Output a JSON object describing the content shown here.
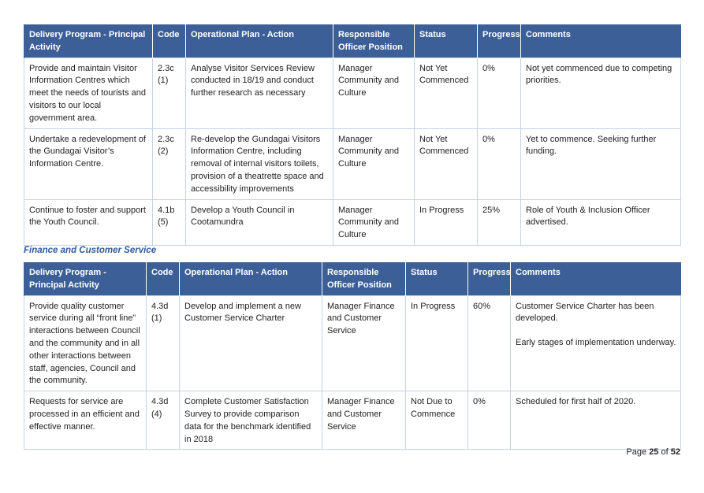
{
  "headers1": [
    "Delivery Program - Principal Activity",
    "Code",
    "Operational Plan - Action",
    "Responsible Officer Position",
    "Status",
    "Progress",
    "Comments"
  ],
  "table1": [
    {
      "activity": "Provide and maintain Visitor Information Centres which meet the needs of tourists and visitors to our local government area.",
      "code": "2.3c (1)",
      "action": "Analyse Visitor Services Review conducted in 18/19 and conduct further research as necessary",
      "officer": "Manager Community and Culture",
      "status": "Not Yet Commenced",
      "progress": "0%",
      "comments": [
        "Not yet commenced due to competing priorities."
      ]
    },
    {
      "activity": "Undertake a redevelopment of the Gundagai Visitor’s Information Centre.",
      "code": "2.3c (2)",
      "action": "Re-develop the Gundagai Visitors Information Centre, including removal of internal visitors toilets, provision of a theatrette space and accessibility improvements",
      "officer": "Manager Community and Culture",
      "status": "Not Yet Commenced",
      "progress": "0%",
      "comments": [
        "Yet to commence. Seeking further funding."
      ]
    },
    {
      "activity": "Continue to foster and support the Youth Council.",
      "code": "4.1b (5)",
      "action": "Develop a Youth Council in Cootamundra",
      "officer": "Manager Community and Culture",
      "status": "In Progress",
      "progress": "25%",
      "comments": [
        "Role of Youth & Inclusion Officer advertised."
      ]
    }
  ],
  "section_title": "Finance and Customer Service",
  "headers2": [
    "Delivery Program - Principal Activity",
    "Code",
    "Operational Plan - Action",
    "Responsible Officer Position",
    "Status",
    "Progress",
    "Comments"
  ],
  "table2": [
    {
      "activity": "Provide quality customer service during all “front line” interactions between Council and the community and in all other interactions between staff, agencies, Council and the community.",
      "code": "4.3d (1)",
      "action": "Develop and implement a new Customer Service Charter",
      "officer": "Manager Finance and Customer Service",
      "status": "In Progress",
      "progress": "60%",
      "comments": [
        "Customer Service Charter has been developed.",
        "Early stages of implementation underway."
      ]
    },
    {
      "activity": "Requests for service are processed in an efficient and effective manner.",
      "code": "4.3d (4)",
      "action": "Complete Customer Satisfaction Survey to provide comparison data for the benchmark identified in 2018",
      "officer": "Manager Finance and Customer Service",
      "status": "Not Due to Commence",
      "progress": "0%",
      "comments": [
        "Scheduled for first half of 2020."
      ]
    }
  ],
  "footer": {
    "page_label": "Page",
    "page_current": "25",
    "of_label": "of",
    "page_total": "52"
  },
  "colors": {
    "header_bg": "#3c5f98",
    "section_title": "#2f5a9c",
    "border": "#c6d2e6"
  }
}
